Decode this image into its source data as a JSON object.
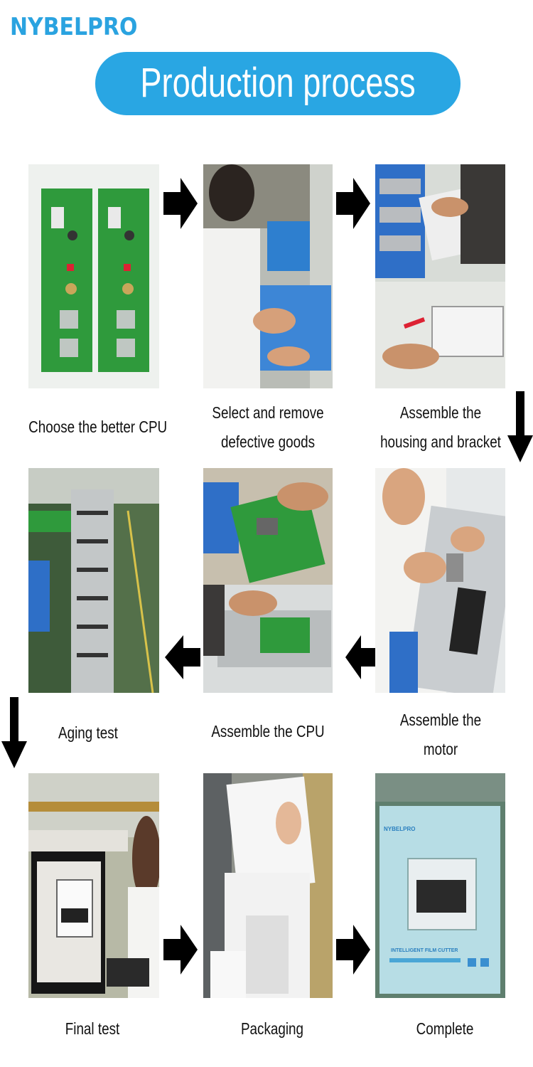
{
  "brand": {
    "logo_text": "NYBELPRO"
  },
  "banner": {
    "title": "Production process"
  },
  "steps": [
    {
      "caption_line1": "Choose the better CPU",
      "caption_line2": "",
      "image": "circuit-boards-photo"
    },
    {
      "caption_line1": "Select and remove",
      "caption_line2": "defective goods",
      "image": "worker-sorting-parts-photo"
    },
    {
      "caption_line1": "Assemble the",
      "caption_line2": "housing and bracket",
      "image": "housing-assembly-photo"
    },
    {
      "caption_line1": "Assemble the",
      "caption_line2": "motor",
      "image": "motor-assembly-photo"
    },
    {
      "caption_line1": "Assemble the CPU",
      "caption_line2": "",
      "image": "cpu-assembly-photo"
    },
    {
      "caption_line1": "Aging test",
      "caption_line2": "",
      "image": "aging-test-rack-photo"
    },
    {
      "caption_line1": "Final test",
      "caption_line2": "",
      "image": "final-test-computer-photo"
    },
    {
      "caption_line1": "Packaging",
      "caption_line2": "",
      "image": "packaging-photo"
    },
    {
      "caption_line1": "Complete",
      "caption_line2": "",
      "image": "product-box-photo"
    }
  ],
  "box_print": {
    "brand": "NYBELPRO",
    "product": "INTELLIGENT FILM CUTTER"
  },
  "colors": {
    "accent": "#29a6e3",
    "arrow": "#000000"
  },
  "icons": [
    "arrow-right-icon",
    "arrow-left-icon",
    "arrow-down-icon"
  ]
}
